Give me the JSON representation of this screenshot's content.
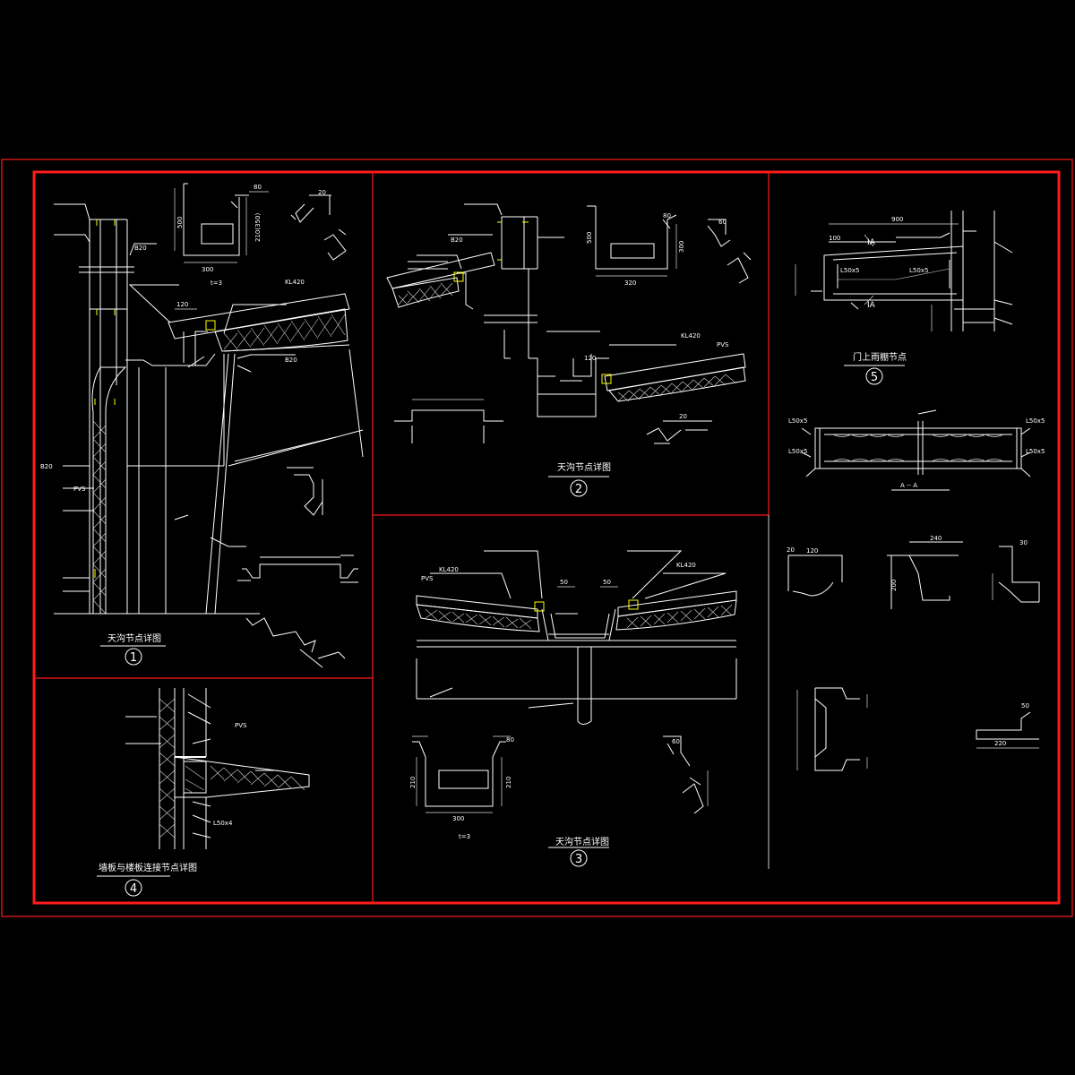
{
  "colors": {
    "background": "#000000",
    "frame": "#ff1a1a",
    "line": "#ffffff",
    "hatch": "#d8d8d8",
    "accent": "#ffff00",
    "dim": "#e0e0e0"
  },
  "panels": {
    "p1": {
      "title": "天沟节点详图",
      "number": "1",
      "labels": {
        "kl420": "KL420",
        "b20a": "B20",
        "b20b": "B20",
        "b20c": "B20",
        "pvs": "PVS",
        "n120": "120",
        "n300": "300",
        "t3": "t=3",
        "n80": "80",
        "n20": "20",
        "n210": "210(350)",
        "n500": "500"
      }
    },
    "p2": {
      "title": "天沟节点详图",
      "number": "2",
      "labels": {
        "b20": "B20",
        "kl420": "KL420",
        "pvs": "PVS",
        "n120": "120",
        "n320": "320",
        "n300": "300",
        "n80": "80",
        "n60": "60",
        "n20": "20",
        "n500": "500"
      }
    },
    "p3": {
      "title": "天沟节点详图",
      "number": "3",
      "labels": {
        "kl420a": "KL420",
        "kl420b": "KL420",
        "pvs": "PVS",
        "n50a": "50",
        "n50b": "50",
        "n300": "300",
        "t3": "t=3",
        "n210a": "210",
        "n210b": "210",
        "n80": "80",
        "n60": "60"
      }
    },
    "p4": {
      "title": "墙板与楼板连接节点详图",
      "number": "4",
      "labels": {
        "pvs": "PVS",
        "l50": "L50x4"
      }
    },
    "p5": {
      "title": "门上雨棚节点",
      "number": "5",
      "section_label": "A -- A",
      "labels": {
        "n900": "900",
        "n100": "100",
        "ia1": "IA",
        "ia2": "IA",
        "l50a": "L50x5",
        "l50b": "L50x5",
        "l50c": "L50x5",
        "l50d": "L50x5",
        "l50e": "L50x5",
        "l50f": "L50x5",
        "n240": "240",
        "n120": "120",
        "n220": "220",
        "n200": "200",
        "n30": "30",
        "n50": "50",
        "n20": "20"
      }
    }
  }
}
